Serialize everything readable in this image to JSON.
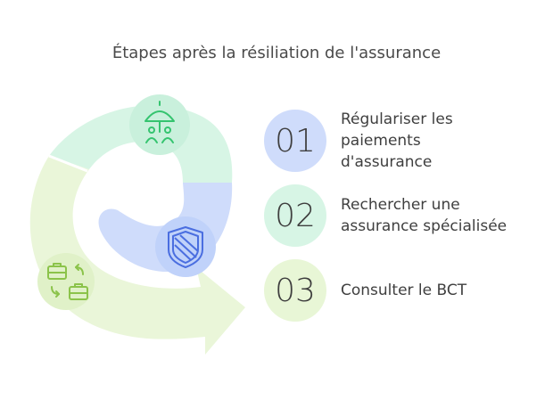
{
  "title": "Étapes après la résiliation de l'assurance",
  "steps": [
    {
      "number": "01",
      "text": "Régulariser les paiements d'assurance",
      "icon": "umbrella-family-icon",
      "color": "#cfdcfb"
    },
    {
      "number": "02",
      "text": "Rechercher une assurance spécialisée",
      "icon": "shield-icon",
      "color": "#d7f5e5"
    },
    {
      "number": "03",
      "text": "Consulter le BCT",
      "icon": "briefcase-exchange-icon",
      "color": "#e8f6d6"
    }
  ],
  "colors": {
    "blue_arc": "#cfdcfb",
    "green_arc": "#d7f5e5",
    "lime_arc": "#eaf6d9",
    "green_icon": "#35c46f",
    "blue_icon": "#4a6ee0",
    "lime_icon": "#8bc34a"
  }
}
